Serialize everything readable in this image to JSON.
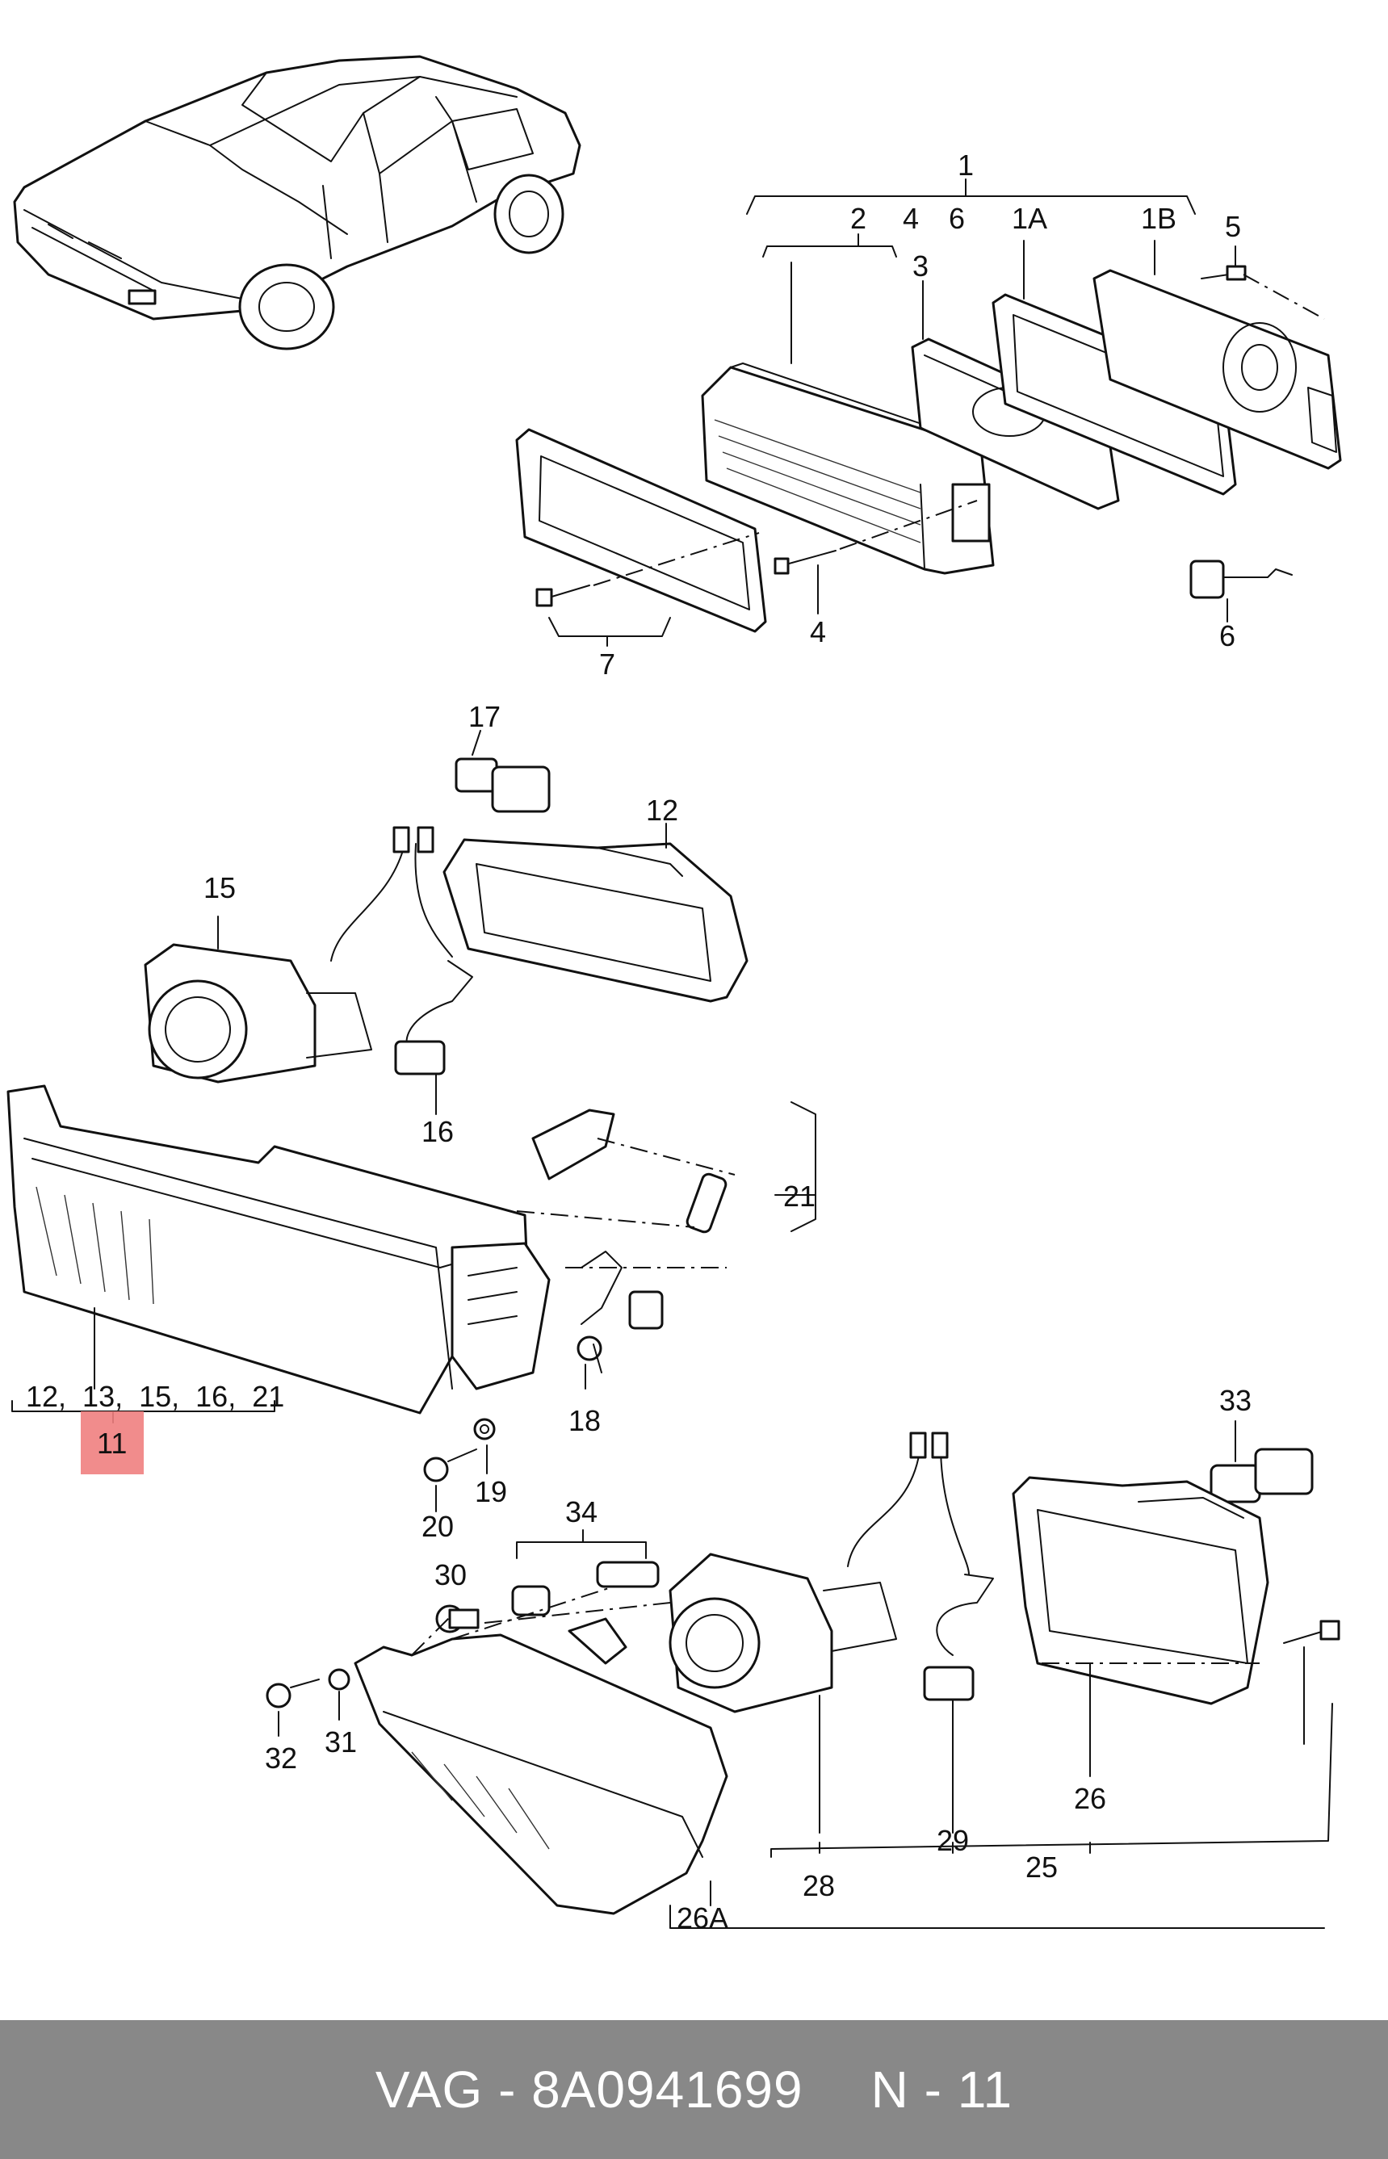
{
  "diagram": {
    "callouts": [
      {
        "id": "c1",
        "text": "1"
      },
      {
        "id": "c2",
        "text": "2"
      },
      {
        "id": "c4a",
        "text": "4"
      },
      {
        "id": "c6a",
        "text": "6"
      },
      {
        "id": "c1A",
        "text": "1A"
      },
      {
        "id": "c1B",
        "text": "1B"
      },
      {
        "id": "c5",
        "text": "5"
      },
      {
        "id": "c3",
        "text": "3"
      },
      {
        "id": "c4b",
        "text": "4"
      },
      {
        "id": "c6b",
        "text": "6"
      },
      {
        "id": "c7",
        "text": "7"
      },
      {
        "id": "c17",
        "text": "17"
      },
      {
        "id": "c12",
        "text": "12"
      },
      {
        "id": "c15",
        "text": "15"
      },
      {
        "id": "c16",
        "text": "16"
      },
      {
        "id": "c21",
        "text": "21"
      },
      {
        "id": "c12list",
        "text": "12,  13,  15,  16,  21"
      },
      {
        "id": "c11",
        "text": "11"
      },
      {
        "id": "c18",
        "text": "18"
      },
      {
        "id": "c19",
        "text": "19"
      },
      {
        "id": "c20",
        "text": "20"
      },
      {
        "id": "c33",
        "text": "33"
      },
      {
        "id": "c34",
        "text": "34"
      },
      {
        "id": "c30",
        "text": "30"
      },
      {
        "id": "c31",
        "text": "31"
      },
      {
        "id": "c32",
        "text": "32"
      },
      {
        "id": "c26",
        "text": "26"
      },
      {
        "id": "c28",
        "text": "28"
      },
      {
        "id": "c29",
        "text": "29"
      },
      {
        "id": "c25",
        "text": "25"
      },
      {
        "id": "c26A",
        "text": "26A"
      }
    ],
    "highlight_color": "#f08080"
  },
  "footer": {
    "brand": "VAG",
    "separator1": " - ",
    "part_number": "8A0941699",
    "position": "N - 11",
    "background": "#888888"
  }
}
